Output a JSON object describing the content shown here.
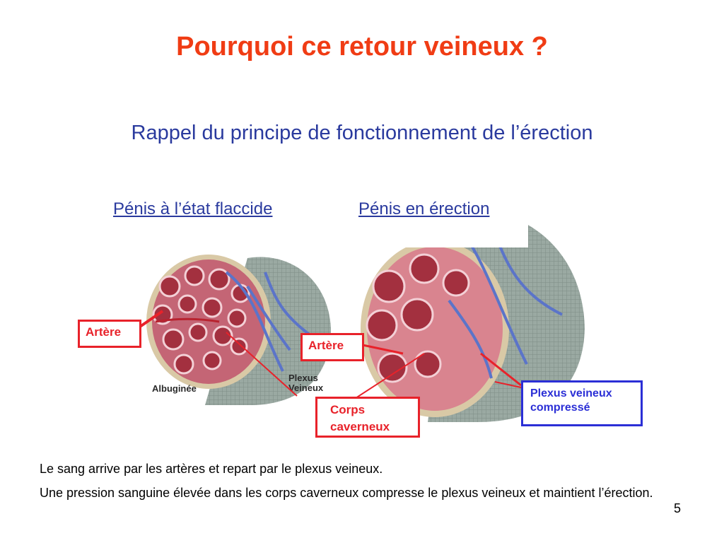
{
  "slide": {
    "title": "Pourquoi ce retour veineux ?",
    "subtitle": "Rappel du principe de fonctionnement de l’érection",
    "page_number": "5"
  },
  "figures": {
    "left": {
      "caption": "Pénis à l’état flaccide",
      "label_albuginee": "Albuginée",
      "label_plexus_1": "Plexus",
      "label_plexus_2": "Veineux"
    },
    "right": {
      "caption": "Pénis en érection"
    }
  },
  "callouts": {
    "artere_left": "Artère",
    "artere_right": "Artère",
    "corps_line1": "Corps",
    "corps_line2": "caverneux",
    "plexus_line1": "Plexus veineux",
    "plexus_line2": "compressé"
  },
  "body": {
    "line1": "Le sang arrive par les artères et repart par le plexus veineux.",
    "line2": "Une pression sanguine élevée dans les corps caverneux compresse le plexus veineux et maintient l’érection."
  },
  "colors": {
    "title": "#f03c14",
    "subtitle": "#2a3a9e",
    "callout_red": "#e8222a",
    "callout_blue": "#2b2fd6"
  }
}
